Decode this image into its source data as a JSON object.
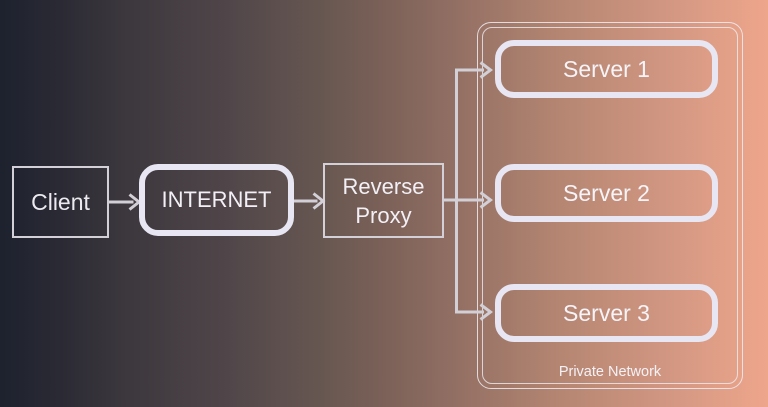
{
  "diagram": {
    "nodes": {
      "client": {
        "label": "Client"
      },
      "internet": {
        "label": "INTERNET"
      },
      "reverse_proxy": {
        "label": "Reverse Proxy"
      },
      "servers": [
        {
          "label": "Server 1"
        },
        {
          "label": "Server 2"
        },
        {
          "label": "Server 3"
        }
      ],
      "private_network": {
        "label": "Private Network"
      }
    },
    "connections": [
      {
        "from": "Client",
        "to": "INTERNET",
        "type": "arrow"
      },
      {
        "from": "INTERNET",
        "to": "Reverse Proxy",
        "type": "arrow"
      },
      {
        "from": "Reverse Proxy",
        "to": "Server 1",
        "type": "arrow"
      },
      {
        "from": "Reverse Proxy",
        "to": "Server 2",
        "type": "arrow"
      },
      {
        "from": "Reverse Proxy",
        "to": "Server 3",
        "type": "arrow"
      }
    ],
    "colors": {
      "background_left": "#1d222e",
      "background_mid": "#7b6158",
      "background_right": "#eea68b",
      "thin_border": "#d3d0d7",
      "thick_border": "#e8e6f2",
      "connector": "#d2cfd6",
      "text": "#f2f0f6"
    }
  }
}
